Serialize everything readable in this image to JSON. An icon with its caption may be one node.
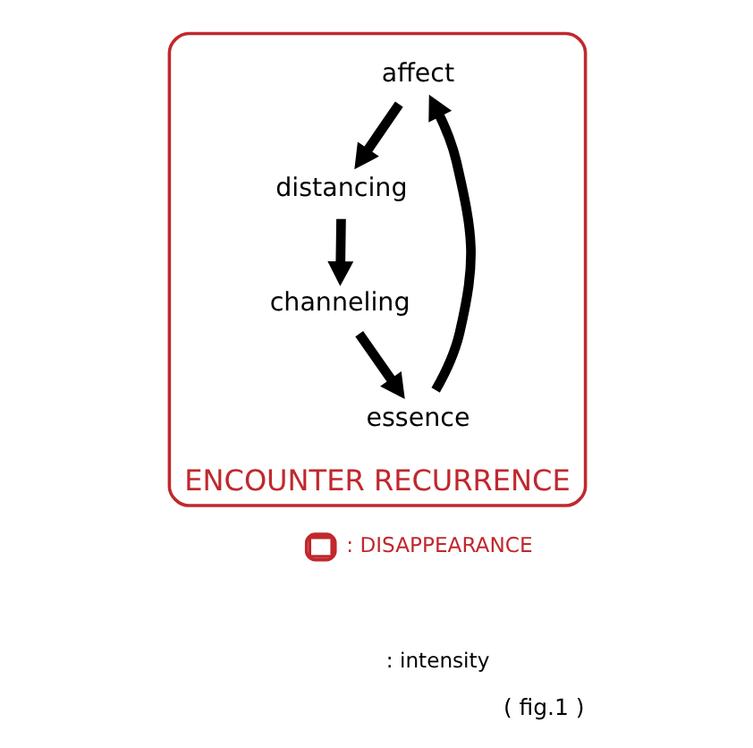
{
  "diagram": {
    "caption": "( fig.1 )",
    "nodes": [
      {
        "text": [
          "ENCOUNTER RECURRENCE"
        ]
      },
      {
        "text": [
          "affect"
        ],
        "in": 0
      },
      {
        "text": [
          "distancing"
        ],
        "in": 0
      },
      {
        "text": [
          "channeling"
        ],
        "in": 0
      },
      {
        "text": [
          "essence"
        ],
        "in": 0
      }
    ],
    "edges": [
      {
        "from": 1,
        "to": 2,
        "arrow": "to"
      },
      {
        "from": 2,
        "to": 3,
        "arrow": "to"
      },
      {
        "from": 3,
        "to": 4,
        "arrow": "to"
      },
      {
        "from": 4,
        "to": 1,
        "arrow": "to"
      }
    ],
    "legend": [
      {
        "text": ": DISAPPEARANCE"
      },
      {
        "text": ": intensity"
      }
    ]
  }
}
